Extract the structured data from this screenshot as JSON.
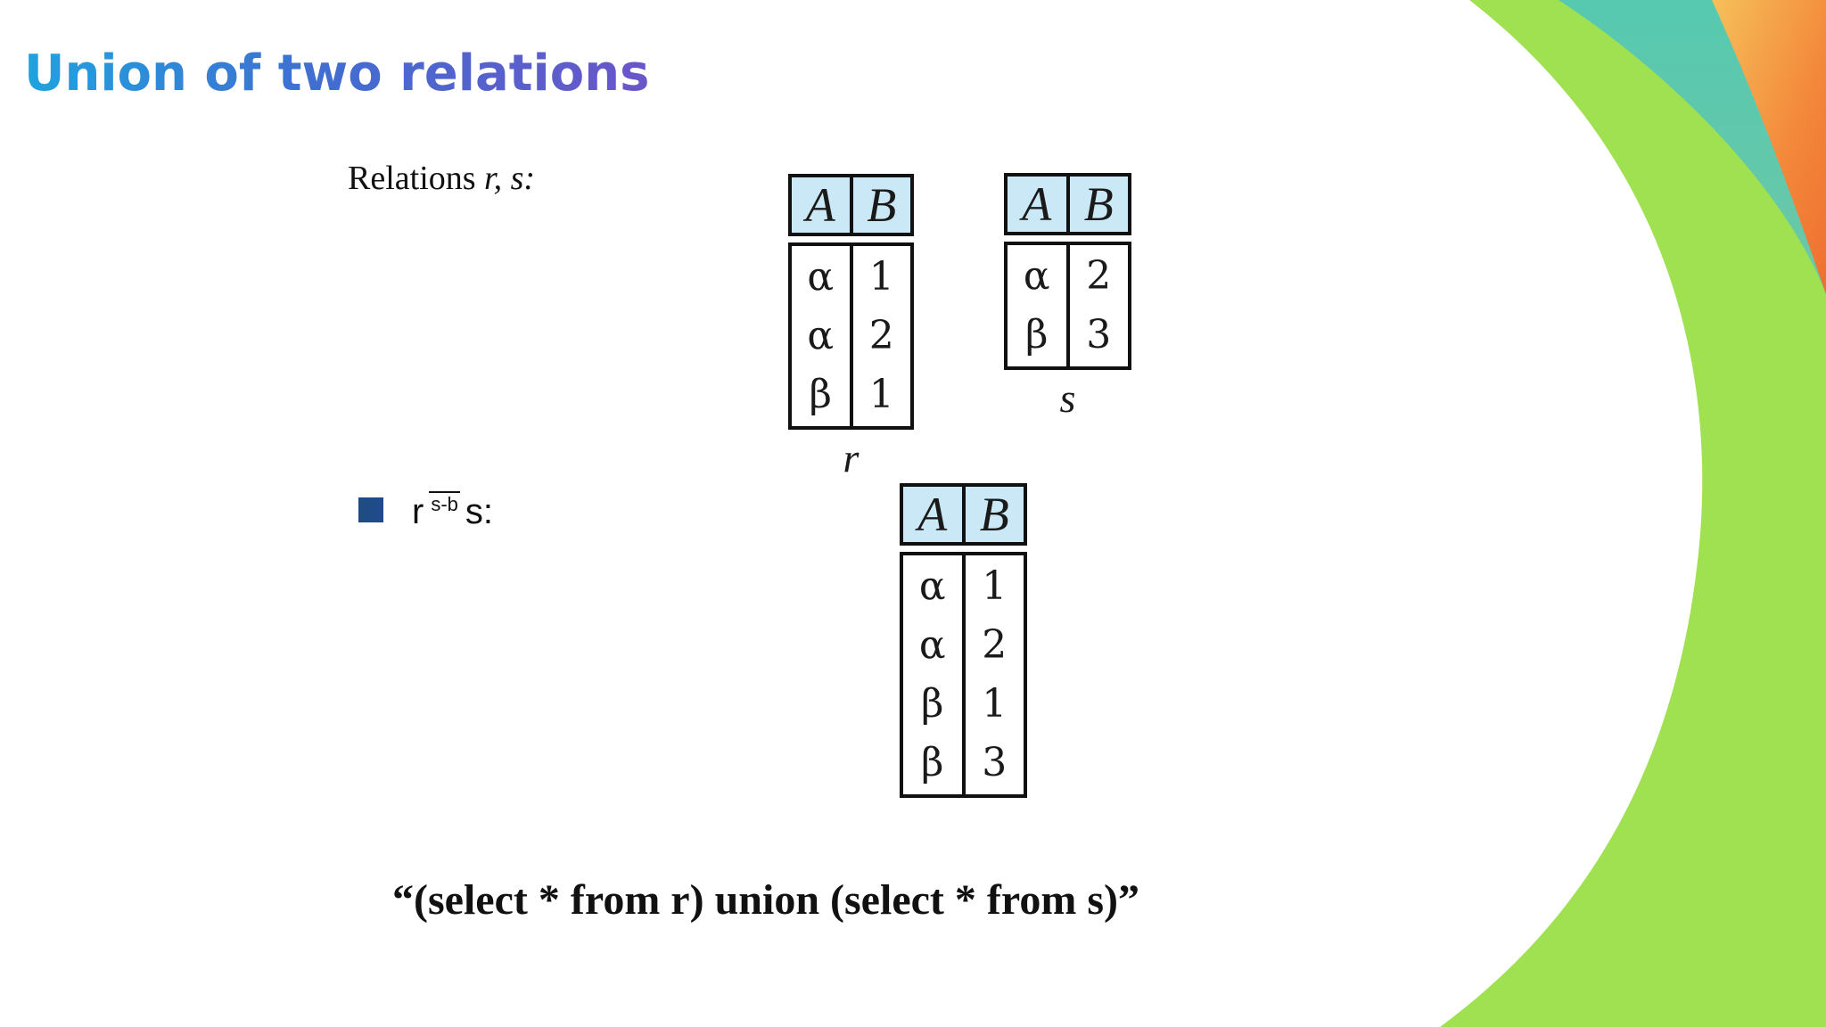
{
  "slide": {
    "title": "Union of two relations",
    "intro_prefix": "Relations ",
    "intro_vars": "r, s:",
    "bullet": {
      "left": "r",
      "operator": "s-b",
      "right": "s:"
    },
    "query": "“(select * from r) union (select * from s)”"
  },
  "relations": {
    "r": {
      "name": "r",
      "headers": [
        "A",
        "B"
      ],
      "col_a": [
        "α",
        "α",
        "β"
      ],
      "col_b": [
        "1",
        "2",
        "1"
      ]
    },
    "s": {
      "name": "s",
      "headers": [
        "A",
        "B"
      ],
      "col_a": [
        "α",
        "β"
      ],
      "col_b": [
        "2",
        "3"
      ]
    },
    "result": {
      "headers": [
        "A",
        "B"
      ],
      "col_a": [
        "α",
        "α",
        "β",
        "β"
      ],
      "col_b": [
        "1",
        "2",
        "1",
        "3"
      ]
    }
  },
  "colors": {
    "title_start": "#1fa3df",
    "title_end": "#6a55c9",
    "header_fill": "#cbe8f6",
    "bullet": "#1f4b86",
    "deco_green": "#9fe151",
    "deco_teal": "#55c8a8",
    "deco_orange": "#f07d3a"
  }
}
